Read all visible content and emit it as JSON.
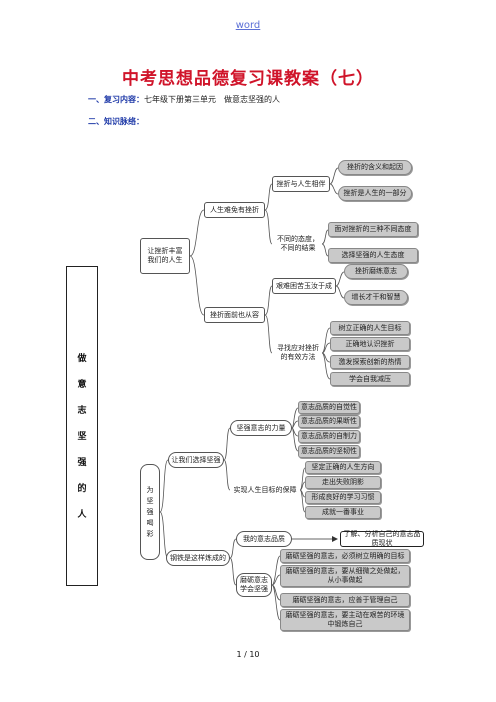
{
  "header_link": "word",
  "title": "中考思想品德复习课教案（七）",
  "section1": {
    "label": "一、复习内容：",
    "text": "七年级下册第三单元　做意志坚强的人"
  },
  "section2": {
    "label": "二、知识脉络："
  },
  "side_title": [
    "做",
    "意",
    "志",
    "坚",
    "强",
    "的",
    "人"
  ],
  "map1": {
    "root": "让挫折丰富\n我们的人生",
    "b1": "人生难免有挫折",
    "b1a": "挫折与人生相伴",
    "b1a_leaves": [
      "挫折的含义和起因",
      "挫折是人生的一部分"
    ],
    "b1b": "不同的态度，\n不同的结果",
    "b1b_leaves": [
      "面对挫折的三种不同态度",
      "选择坚强的人生态度"
    ],
    "b2": "挫折面前也从容",
    "b2a": "艰难困苦玉汝于成",
    "b2a_leaves": [
      "挫折磨练意志",
      "增长才干和智慧"
    ],
    "b2b": "寻找应对挫折\n的有效方法",
    "b2b_leaves": [
      "树立正确的人生目标",
      "正确地认识挫折",
      "激发探索创新的热情",
      "学会自我减压"
    ]
  },
  "map2": {
    "root": "为\n坚\n强\n喝\n彩",
    "b1": "让我们选择坚强",
    "b1a": "坚强意志的力量",
    "b1a_leaves": [
      "意志品质的自觉性",
      "意志品质的果断性",
      "意志品质的自制力",
      "意志品质的坚韧性"
    ],
    "b1b": "实现人生目标的保障",
    "b1b_leaves": [
      "坚定正确的人生方向",
      "走出失败阴影",
      "形成良好的学习习惯",
      "成就一番事业"
    ],
    "b2": "钢铁是这样炼成的",
    "b2a": "我的意志品质",
    "b2a_leaf": "了解、分析自己的意志品质现状",
    "b2b": "磨砺意志\n学会坚强",
    "b2b_leaves": [
      "磨砺坚强的意志，必须树立明确的目标",
      "磨砺坚强的意志，要从细微之处做起，从小事做起",
      "磨砺坚强的意志，应善于管理自己",
      "磨砺坚强的意志，要主动在艰苦的环境中锻炼自己"
    ]
  },
  "footer": "1 / 10"
}
